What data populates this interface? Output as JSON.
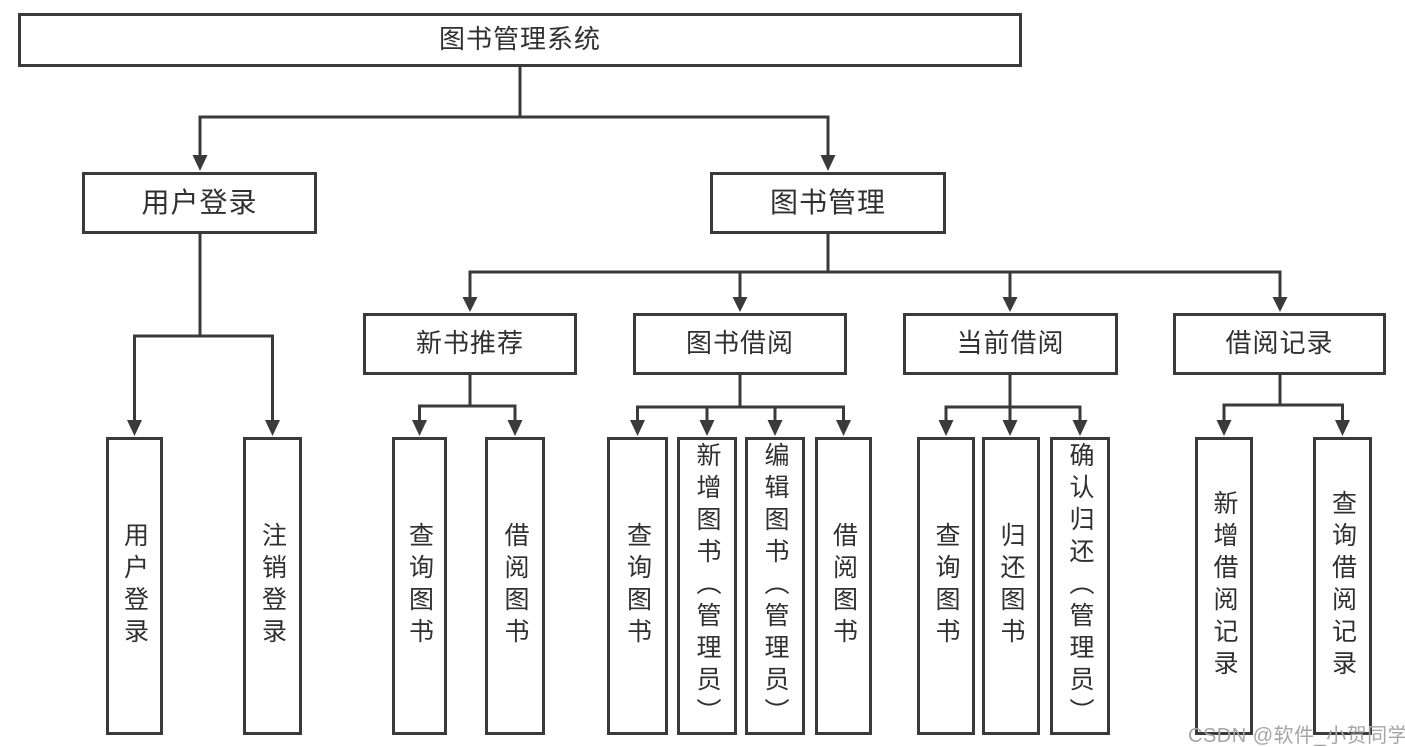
{
  "diagram_type": "feature-tree",
  "tree": {
    "root": {
      "label": "图书管理系统"
    },
    "user_login": {
      "label": "用户登录",
      "children": [
        {
          "label": "用户登录"
        },
        {
          "label": "注销登录"
        }
      ]
    },
    "book_management": {
      "label": "图书管理",
      "sections": [
        {
          "label": "新书推荐",
          "children": [
            {
              "label": "查询图书"
            },
            {
              "label": "借阅图书"
            }
          ]
        },
        {
          "label": "图书借阅",
          "children": [
            {
              "label": "查询图书"
            },
            {
              "label": "新增图书（管理员）"
            },
            {
              "label": "编辑图书（管理员）"
            },
            {
              "label": "借阅图书"
            }
          ]
        },
        {
          "label": "当前借阅",
          "children": [
            {
              "label": "查询图书"
            },
            {
              "label": "归还图书"
            },
            {
              "label": "确认归还（管理员）"
            }
          ]
        },
        {
          "label": "借阅记录",
          "children": [
            {
              "label": "新增借阅记录"
            },
            {
              "label": "查询借阅记录"
            }
          ]
        }
      ]
    }
  },
  "watermark": "CSDN @软件_小贺同学",
  "colors": {
    "line": "#3a3a3a",
    "text": "#303030",
    "background": "#ffffff",
    "watermark": "#a6a6a6"
  }
}
